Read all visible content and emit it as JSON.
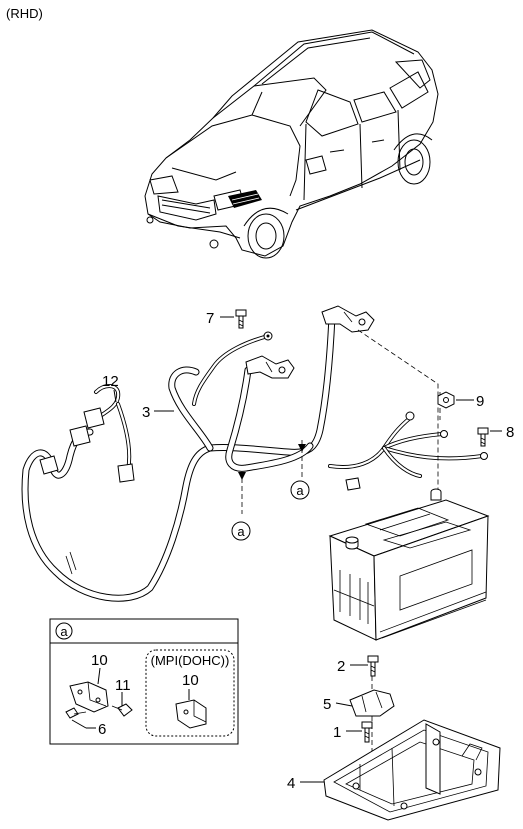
{
  "header": {
    "variant_label": "(RHD)"
  },
  "callouts": [
    {
      "id": "7",
      "label": "7"
    },
    {
      "id": "12",
      "label": "12"
    },
    {
      "id": "3",
      "label": "3"
    },
    {
      "id": "9",
      "label": "9"
    },
    {
      "id": "8",
      "label": "8"
    },
    {
      "id": "2",
      "label": "2"
    },
    {
      "id": "5",
      "label": "5"
    },
    {
      "id": "1",
      "label": "1"
    },
    {
      "id": "4",
      "label": "4"
    }
  ],
  "reference_marks": [
    {
      "id": "a1",
      "label": "a"
    },
    {
      "id": "a2",
      "label": "a"
    }
  ],
  "detail_box": {
    "ref_label": "a",
    "callout_10": "10",
    "callout_11": "11",
    "callout_6": "6",
    "variant_label": "(MPI(DOHC))",
    "variant_callout_10": "10"
  }
}
